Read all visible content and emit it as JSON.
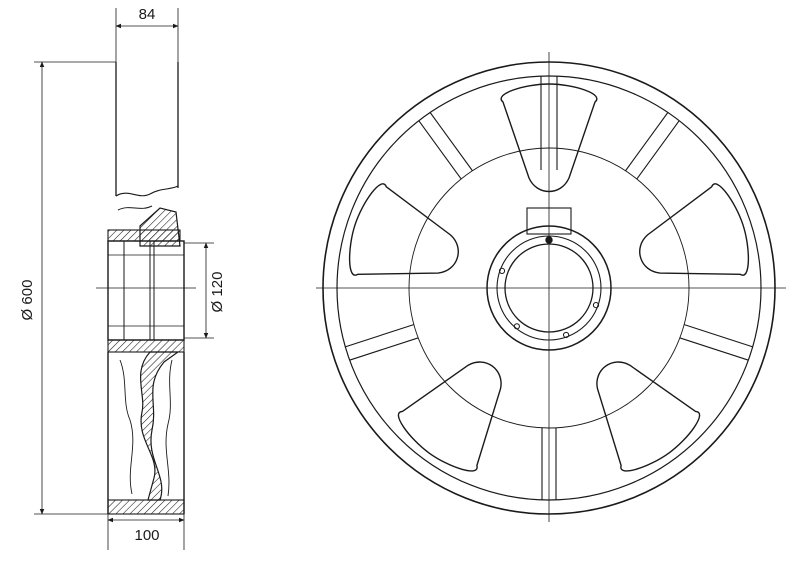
{
  "drawing": {
    "dimensions": {
      "top_width": "84",
      "bottom_width": "100",
      "outer_diameter": "Ø 600",
      "bore_diameter": "Ø 120"
    },
    "stroke_color": "#1a1a1a",
    "hatch_color": "#1a1a1a",
    "background": "#ffffff"
  }
}
